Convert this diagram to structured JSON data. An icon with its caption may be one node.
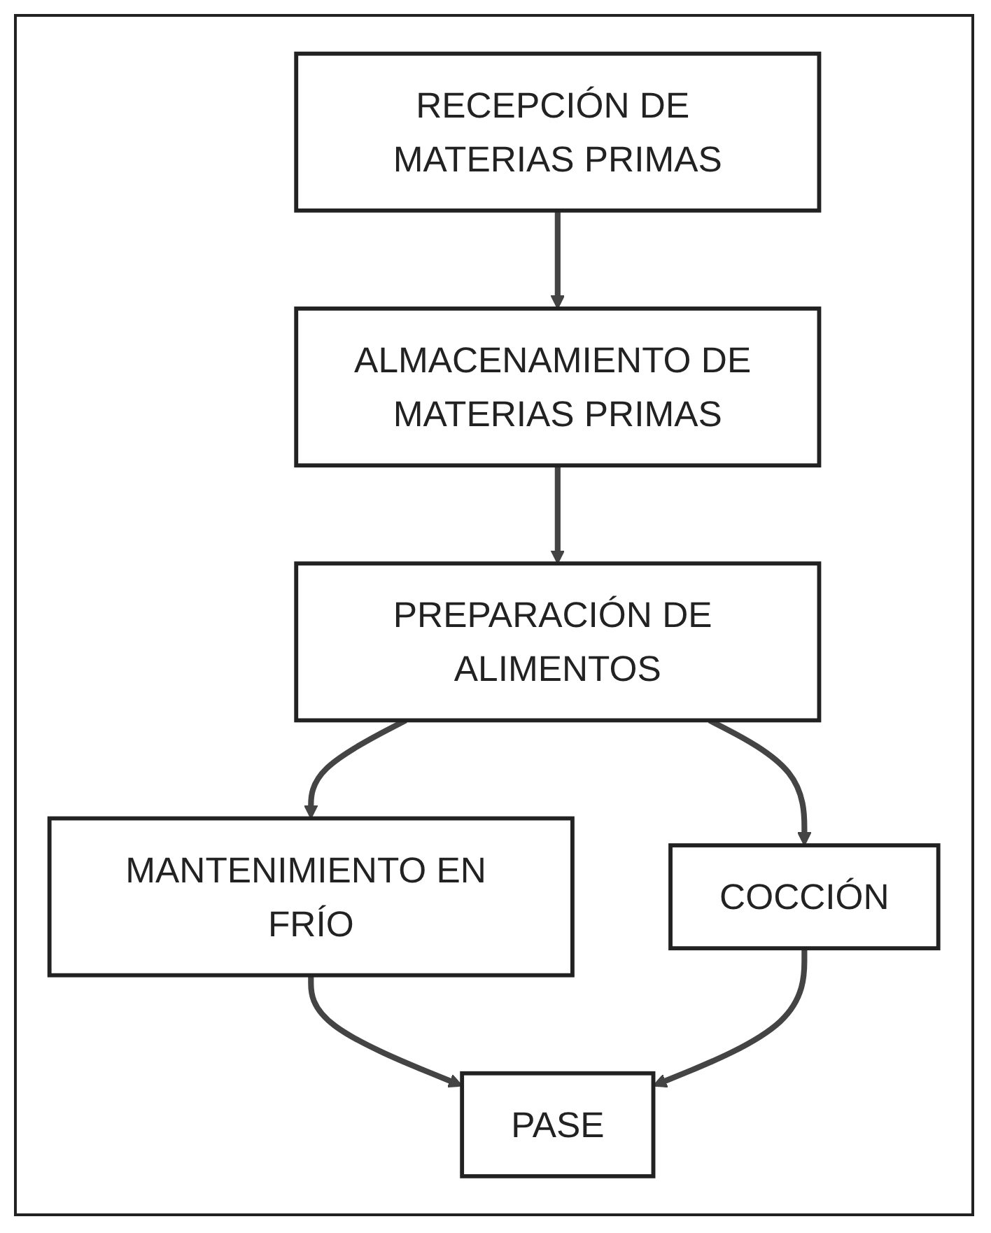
{
  "diagram": {
    "nodes": [
      {
        "text": [
          "RECEPCIÓN DE MATERIAS PRIMAS"
        ]
      },
      {
        "text": [
          "ALMACENAMIENTO DE MATERIAS PRIMAS"
        ]
      },
      {
        "text": [
          "PREPARACIÓN DE ALIMENTOS"
        ]
      },
      {
        "text": [
          "MANTENIMIENTO EN FRÍO"
        ]
      },
      {
        "text": [
          "COCCIÓN"
        ]
      },
      {
        "text": [
          "PASE"
        ]
      }
    ],
    "edges": [
      {
        "from": 0,
        "to": 1,
        "arrow": "to"
      },
      {
        "from": 1,
        "to": 2,
        "arrow": "to"
      },
      {
        "from": 2,
        "to": 3,
        "arrow": "to"
      },
      {
        "from": 2,
        "to": 4,
        "arrow": "to"
      },
      {
        "from": 3,
        "to": 5,
        "arrow": "to"
      },
      {
        "from": 4,
        "to": 5,
        "arrow": "to"
      }
    ]
  }
}
